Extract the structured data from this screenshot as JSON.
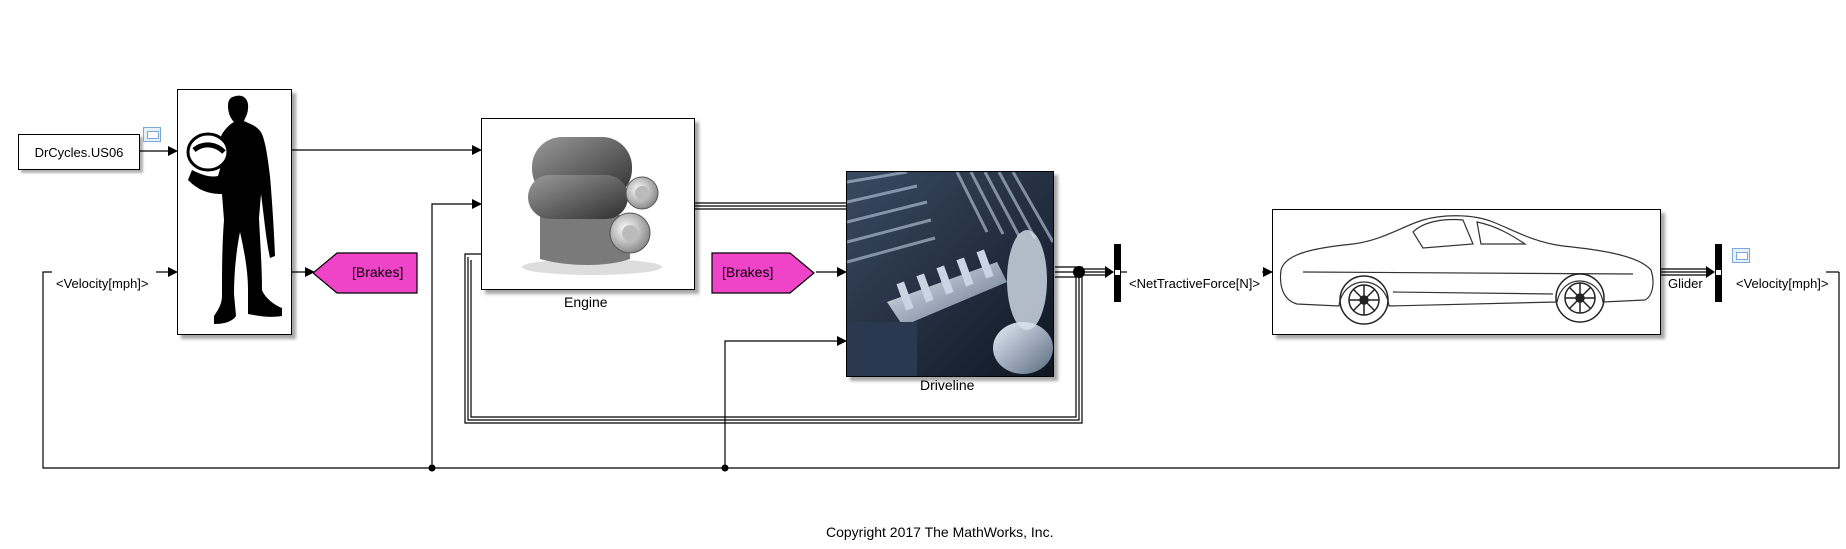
{
  "diagram": {
    "drive_cycle": {
      "label": "DrCycles.US06"
    },
    "velocity_in": {
      "label": "<Velocity[mph]>"
    },
    "velocity_out": {
      "label": "<Velocity[mph]>"
    },
    "brakes_goto": {
      "label": "[Brakes]"
    },
    "brakes_from": {
      "label": "[Brakes]"
    },
    "engine": {
      "label": "Engine"
    },
    "driveline": {
      "label": "Driveline"
    },
    "tractive_force": {
      "label": "<NetTractiveForce[N]>"
    },
    "glider": {
      "label": "Glider"
    },
    "copyright": "Copyright 2017 The MathWorks, Inc."
  },
  "colors": {
    "tag_fill": "#f044c8",
    "wire": "#000000",
    "scope_icon": "#7aa7d6"
  },
  "icons": [
    "driver-silhouette-icon",
    "engine-icon",
    "gears-icon",
    "car-outline-icon",
    "scope-icon"
  ]
}
